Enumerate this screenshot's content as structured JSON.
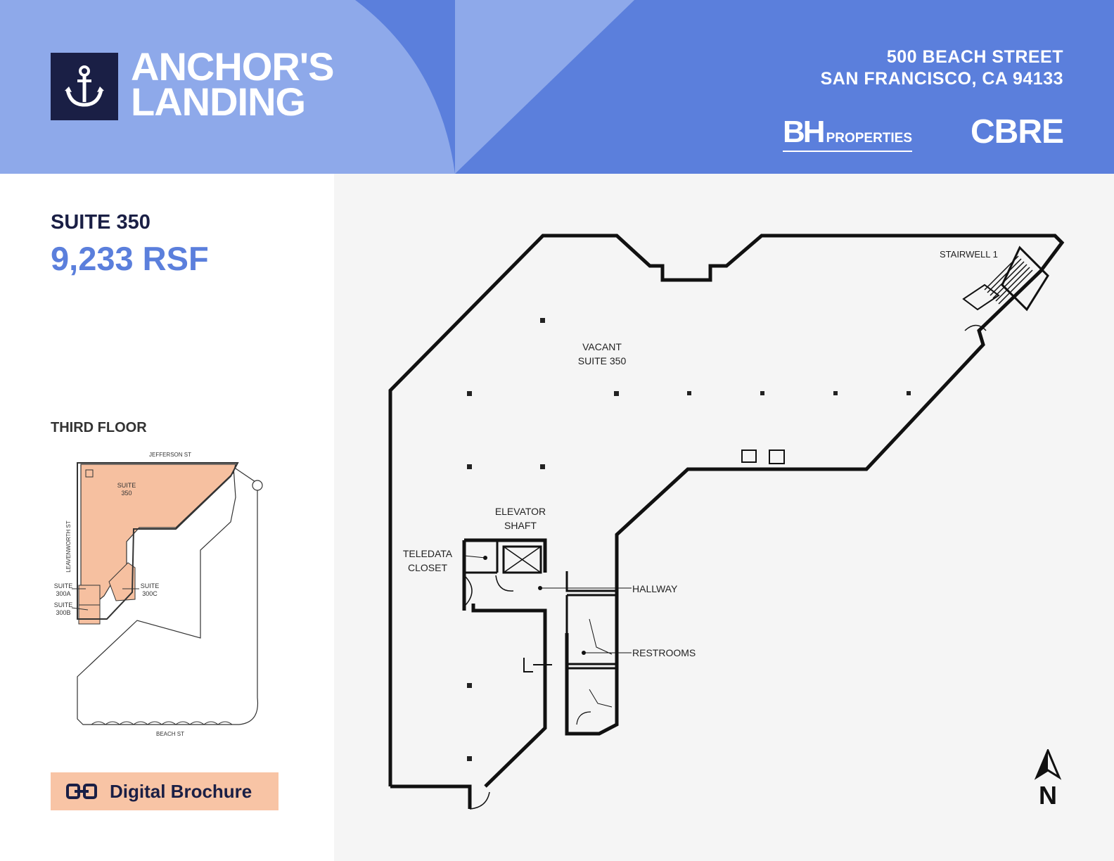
{
  "header": {
    "logo": {
      "line1": "ANCHOR'S",
      "line2": "LANDING",
      "icon": "anchor-icon"
    },
    "address": {
      "line1": "500 BEACH STREET",
      "line2": "SAN FRANCISCO, CA 94133"
    },
    "partner_logos": {
      "bh_main": "BH",
      "bh_sub": "PROPERTIES",
      "cbre": "CBRE"
    },
    "colors": {
      "banner_blue": "#5b7fdc",
      "light_blue": "#8ea9ea",
      "navy": "#1a1f45"
    }
  },
  "suite": {
    "name": "SUITE 350",
    "area": "9,233 RSF"
  },
  "keyplan": {
    "title": "THIRD FLOOR",
    "streets": {
      "north": "JEFFERSON ST",
      "west": "LEAVENWORTH ST",
      "south": "BEACH ST"
    },
    "suites": [
      {
        "line1": "SUITE",
        "line2": "350"
      },
      {
        "line1": "SUITE",
        "line2": "300A"
      },
      {
        "line1": "SUITE",
        "line2": "300B"
      },
      {
        "line1": "SUITE",
        "line2": "300C"
      }
    ],
    "highlight_color": "#f6c0a0"
  },
  "brochure": {
    "label": "Digital Brochure",
    "icon": "link-icon",
    "color": "#f8c4a5"
  },
  "floorplan": {
    "suite_label": {
      "line1": "VACANT",
      "line2": "SUITE 350"
    },
    "stairwell": "STAIRWELL 1",
    "elevator": {
      "line1": "ELEVATOR",
      "line2": "SHAFT"
    },
    "teledata": {
      "line1": "TELEDATA",
      "line2": "CLOSET"
    },
    "hallway": "HALLWAY",
    "restrooms": "RESTROOMS"
  },
  "compass": {
    "letter": "N",
    "icon": "north-arrow-icon"
  }
}
